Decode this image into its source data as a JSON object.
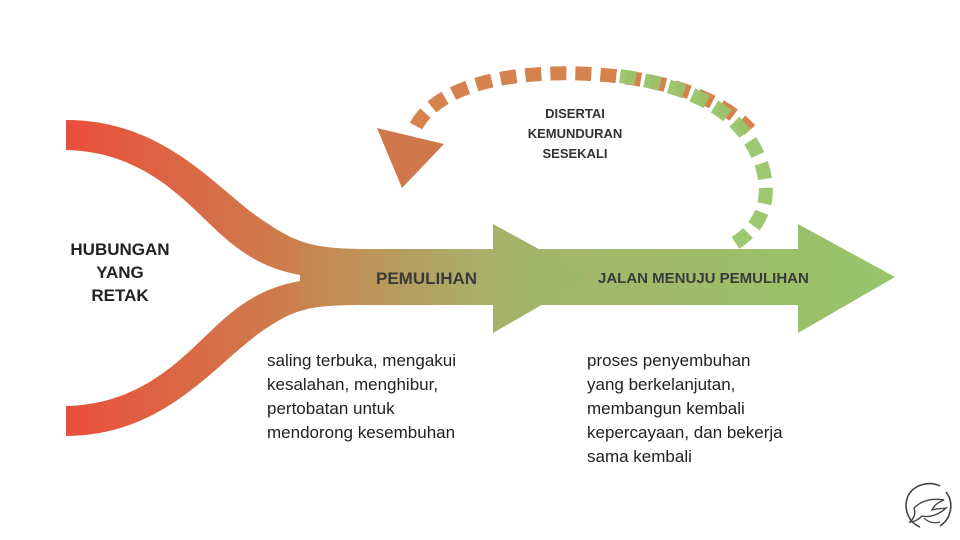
{
  "start_label": [
    "HUBUNGAN",
    "YANG",
    "RETAK"
  ],
  "stage1_label": "PEMULIHAN",
  "stage2_label": "JALAN MENUJU PEMULIHAN",
  "setback_label": [
    "DISERTAI",
    "KEMUNDURAN",
    "SESEKALI"
  ],
  "stage1_desc": [
    "saling terbuka, mengakui",
    "kesalahan, menghibur,",
    "pertobatan untuk",
    "mendorong kesembuhan"
  ],
  "stage2_desc": [
    "proses penyembuhan",
    "yang berkelanjutan,",
    "membangun kembali",
    "kepercayaan, dan bekerja",
    "sama kembali"
  ],
  "colors": {
    "red": "#ea4f3b",
    "orange": "#c9844f",
    "olive": "#a8ae6a",
    "green": "#9cc46c",
    "dash_orange": "#d6824d",
    "dash_green": "#99c46a"
  },
  "logo_icon": "dove-circle-icon"
}
